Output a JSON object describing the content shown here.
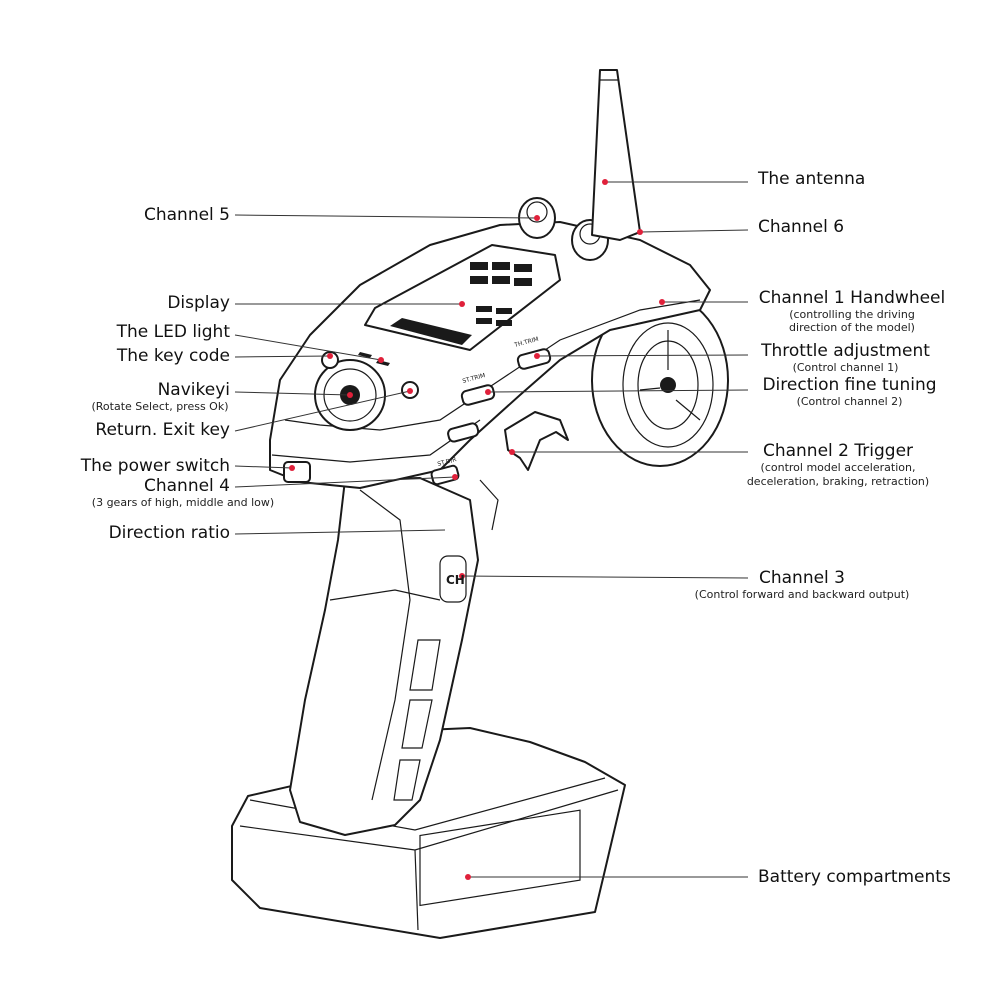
{
  "labels": {
    "antenna": "The antenna",
    "channel6": "Channel 6",
    "channel5": "Channel 5",
    "display": "Display",
    "led_light": "The LED light",
    "key_code": "The key code",
    "navikey": "Navikeyi",
    "navikey_sub": "(Rotate Select, press Ok)",
    "return_exit": "Return. Exit key",
    "power_switch": "The power switch",
    "channel4": "Channel 4",
    "channel4_sub": "(3 gears of high, middle and low)",
    "direction_ratio": "Direction ratio",
    "channel1": "Channel 1 Handwheel",
    "channel1_sub1": "(controlling the driving",
    "channel1_sub2": "direction of the model)",
    "throttle": "Throttle adjustment",
    "throttle_sub": "(Control channel 1)",
    "direction_fine": "Direction fine tuning",
    "direction_fine_sub": "(Control channel 2)",
    "channel2": "Channel 2 Trigger",
    "channel2_sub1": "(control model acceleration,",
    "channel2_sub2": "deceleration, braking, retraction)",
    "channel3": "Channel 3",
    "channel3_sub": "(Control forward and backward output)",
    "battery": "Battery compartments"
  },
  "device_marks": {
    "channel3_button": "CH",
    "st_trim": "ST.TRIM",
    "th_trim": "TH.TRIM",
    "st_dr": "ST.D/R"
  },
  "colors": {
    "pointer_dot": "#e0203a",
    "line": "#333333",
    "outline": "#1a1a1a"
  }
}
